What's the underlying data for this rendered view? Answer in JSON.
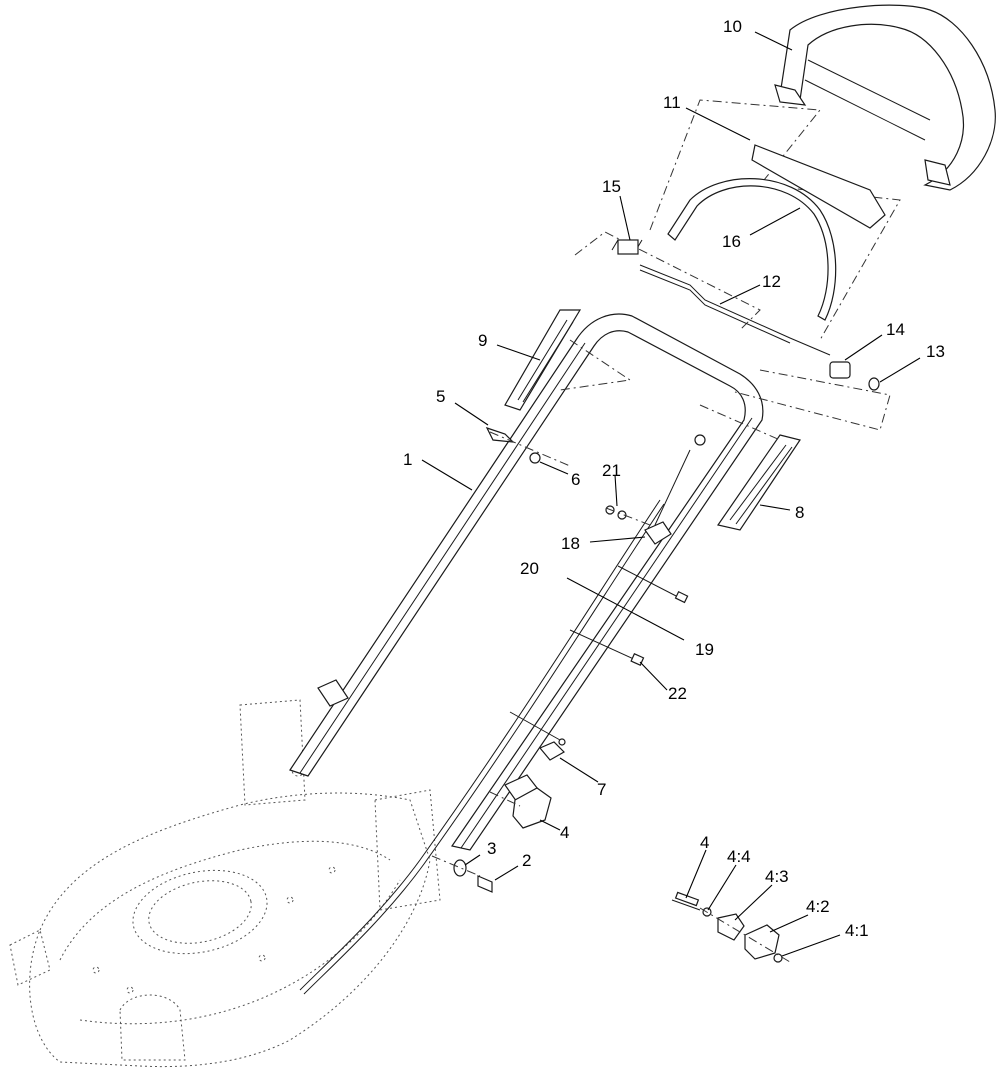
{
  "diagram": {
    "callouts": [
      "1",
      "2",
      "3",
      "4",
      "5",
      "6",
      "7",
      "8",
      "9",
      "10",
      "11",
      "12",
      "13",
      "14",
      "15",
      "16",
      "18",
      "19",
      "20",
      "21",
      "22",
      "4",
      "4:4",
      "4:3",
      "4:2",
      "4:1"
    ]
  }
}
